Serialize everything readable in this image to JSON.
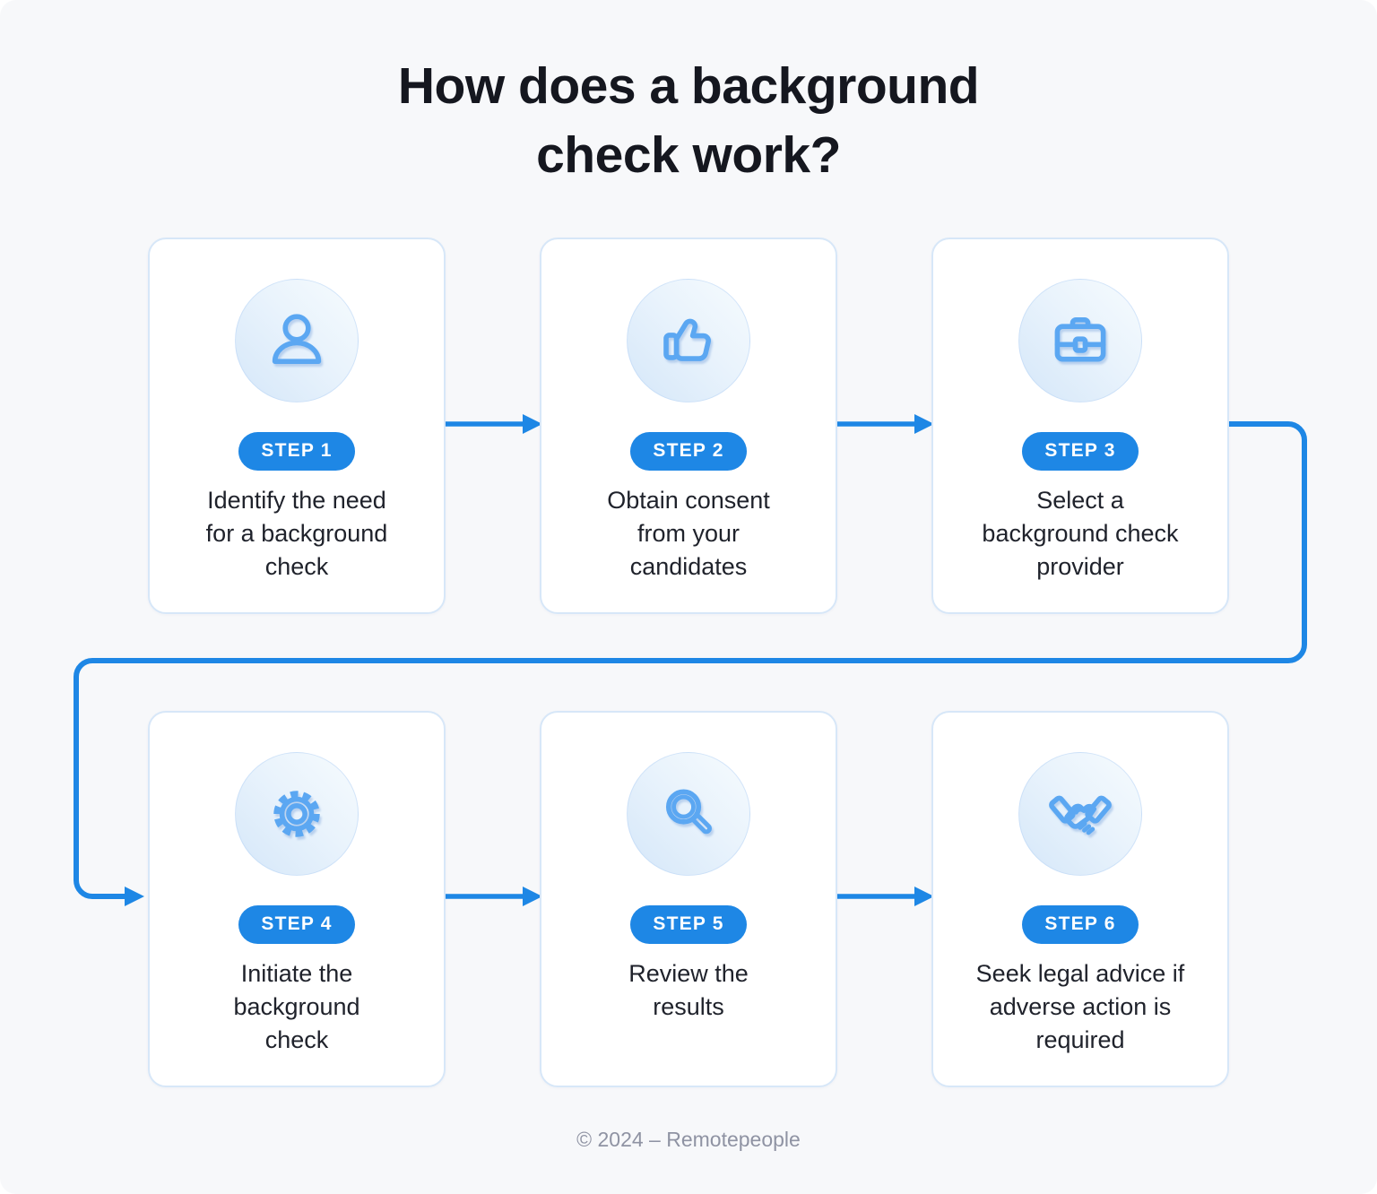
{
  "title": "How does a background\ncheck work?",
  "steps": [
    {
      "badge": "STEP 1",
      "label": "Identify the need\nfor a background\ncheck",
      "icon": "user-icon"
    },
    {
      "badge": "STEP 2",
      "label": "Obtain consent\nfrom your\ncandidates",
      "icon": "thumbs-up-icon"
    },
    {
      "badge": "STEP 3",
      "label": "Select a\nbackground check\nprovider",
      "icon": "briefcase-icon"
    },
    {
      "badge": "STEP 4",
      "label": "Initiate the\nbackground\ncheck",
      "icon": "gear-icon"
    },
    {
      "badge": "STEP 5",
      "label": "Review the\nresults",
      "icon": "magnifier-icon"
    },
    {
      "badge": "STEP 6",
      "label": "Seek legal advice if\nadverse action is\nrequired",
      "icon": "handshake-icon"
    }
  ],
  "footer": "© 2024 – Remotepeople",
  "colors": {
    "accent": "#1E87E5",
    "icon-stroke": "#5BA7F2",
    "card-border": "#D7E7F8",
    "circle-top": "#F6FBFE",
    "circle-bottom": "#D5E7F9",
    "canvas-bg": "#F7F8FA",
    "title-color": "#15171F",
    "label-color": "#1F222B",
    "footer-color": "#8F93A3"
  }
}
